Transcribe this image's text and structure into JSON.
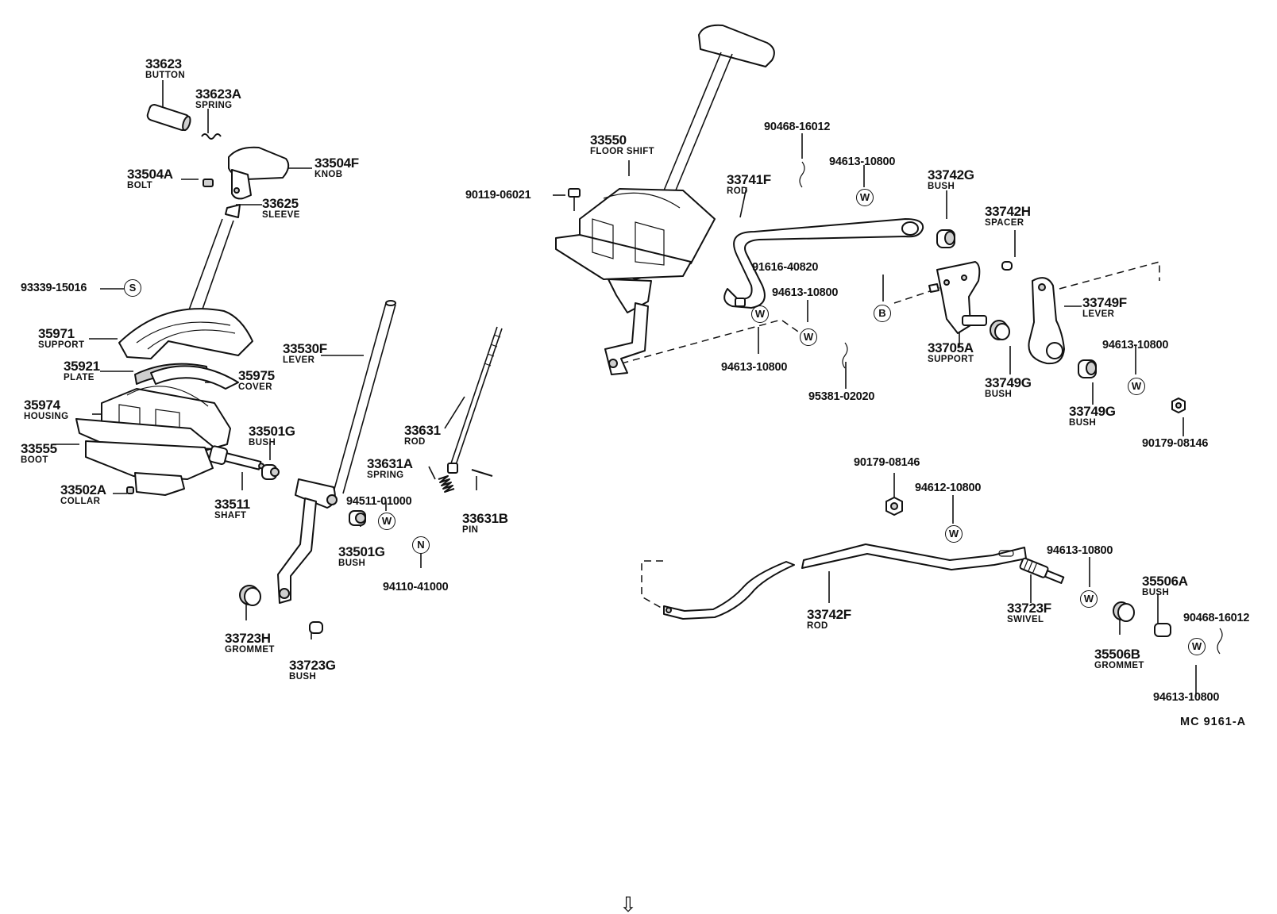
{
  "diagram_code": "MC  9161-A",
  "nav_arrow_glyph": "⇩",
  "parts": {
    "p33623": {
      "number": "33623",
      "name": "BUTTON"
    },
    "p33623a": {
      "number": "33623A",
      "name": "SPRING"
    },
    "p33504f": {
      "number": "33504F",
      "name": "KNOB"
    },
    "p33504a": {
      "number": "33504A",
      "name": "BOLT"
    },
    "p33625": {
      "number": "33625",
      "name": "SLEEVE"
    },
    "p35971": {
      "number": "35971",
      "name": "SUPPORT"
    },
    "p35921": {
      "number": "35921",
      "name": "PLATE"
    },
    "p35975": {
      "number": "35975",
      "name": "COVER"
    },
    "p35974": {
      "number": "35974",
      "name": "HOUSING"
    },
    "p33555": {
      "number": "33555",
      "name": "BOOT"
    },
    "p33502a": {
      "number": "33502A",
      "name": "COLLAR"
    },
    "p33501g_a": {
      "number": "33501G",
      "name": "BUSH"
    },
    "p33511": {
      "number": "33511",
      "name": "SHAFT"
    },
    "p33530f": {
      "number": "33530F",
      "name": "LEVER"
    },
    "p33631": {
      "number": "33631",
      "name": "ROD"
    },
    "p33631a": {
      "number": "33631A",
      "name": "SPRING"
    },
    "p33631b": {
      "number": "33631B",
      "name": "PIN"
    },
    "p33501g_b": {
      "number": "33501G",
      "name": "BUSH"
    },
    "p33723h": {
      "number": "33723H",
      "name": "GROMMET"
    },
    "p33723g": {
      "number": "33723G",
      "name": "BUSH"
    },
    "p33550": {
      "number": "33550",
      "name": "FLOOR SHIFT"
    },
    "p33741f": {
      "number": "33741F",
      "name": "ROD"
    },
    "p33742g": {
      "number": "33742G",
      "name": "BUSH"
    },
    "p33742h": {
      "number": "33742H",
      "name": "SPACER"
    },
    "p33749f": {
      "number": "33749F",
      "name": "LEVER"
    },
    "p33705a": {
      "number": "33705A",
      "name": "SUPPORT"
    },
    "p33749g_a": {
      "number": "33749G",
      "name": "BUSH"
    },
    "p33749g_b": {
      "number": "33749G",
      "name": "BUSH"
    },
    "p33742f": {
      "number": "33742F",
      "name": "ROD"
    },
    "p33723f": {
      "number": "33723F",
      "name": "SWIVEL"
    },
    "p35506a": {
      "number": "35506A",
      "name": "BUSH"
    },
    "p35506b": {
      "number": "35506B",
      "name": "GROMMET"
    }
  },
  "standard_parts": {
    "s93339": "93339-15016",
    "s90119": "90119-06021",
    "s90468_a": "90468-16012",
    "s94613_a": "94613-10800",
    "s94613_b": "94613-10800",
    "s94613_c": "94613-10800",
    "s94613_d": "94613-10800",
    "s94613_e": "94613-10800",
    "s94613_f": "94613-10800",
    "s91616": "91616-40820",
    "s95381": "95381-02020",
    "s90179_a": "90179-08146",
    "s90179_b": "90179-08146",
    "s94612": "94612-10800",
    "s90468_b": "90468-16012",
    "s94511": "94511-01000",
    "s94110": "94110-41000"
  },
  "symbols": {
    "snap_ring": "S",
    "washer": "W",
    "nut": "N",
    "bolt": "B"
  }
}
